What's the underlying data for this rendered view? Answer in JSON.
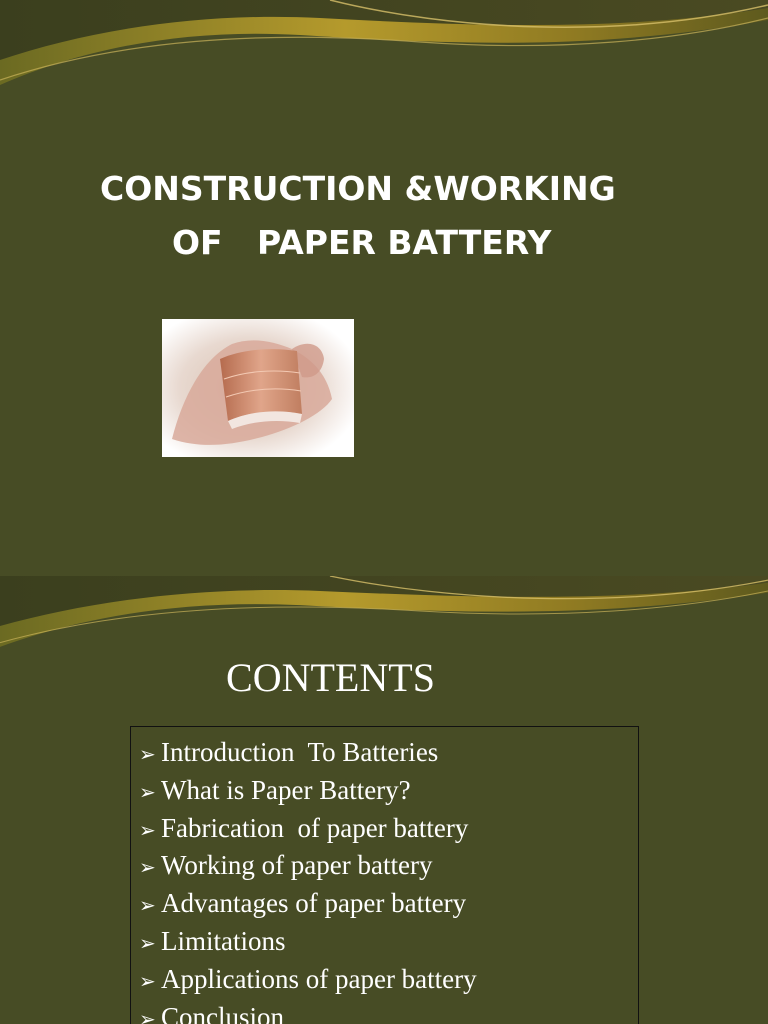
{
  "slide1": {
    "title_line1": "CONSTRUCTION &WORKING",
    "title_line2": "OF   PAPER BATTERY",
    "image_icon": "paper-battery-photo",
    "colors": {
      "background": "#474c25",
      "swoosh_gold": "#b49a28",
      "text": "#ffffff"
    }
  },
  "slide2": {
    "heading": "CONTENTS",
    "bullet_glyph": "➢",
    "items": [
      {
        "label": "Introduction  To Batteries"
      },
      {
        "label": "What is Paper Battery?"
      },
      {
        "label": "Fabrication  of paper battery"
      },
      {
        "label": "Working of paper battery"
      },
      {
        "label": "Advantages of paper battery"
      },
      {
        "label": "Limitations"
      },
      {
        "label": "Applications of paper battery"
      },
      {
        "label": "Conclusion"
      }
    ]
  }
}
